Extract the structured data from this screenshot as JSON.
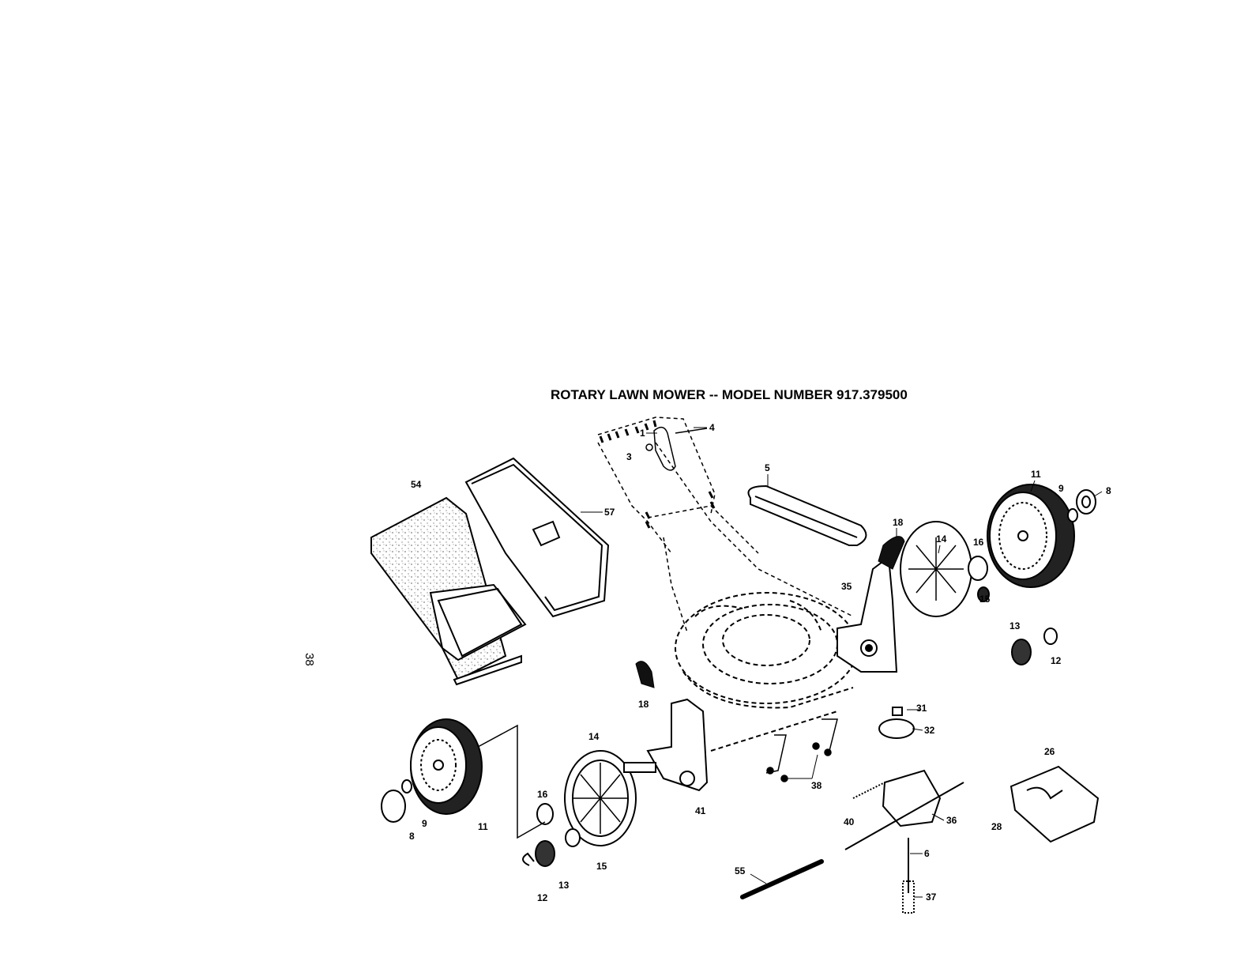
{
  "title": "ROTARY LAWN MOWER -- MODEL NUMBER 917.379500",
  "page_number": "38",
  "callouts": {
    "c1": "1",
    "c3": "3",
    "c4": "4",
    "c5": "5",
    "c54": "54",
    "c57": "57",
    "c11_right": "11",
    "c9_right": "9",
    "c8_right": "8",
    "c18_top": "18",
    "c14_right": "14",
    "c16_right": "16",
    "c35": "35",
    "c15_right": "15",
    "c13_right": "13",
    "c12_right": "12",
    "c18_left": "18",
    "c14_left": "14",
    "c31": "31",
    "c32": "32",
    "c26": "26",
    "c16_left": "16",
    "c38": "38",
    "c41": "41",
    "c40": "40",
    "c36": "36",
    "c28": "28",
    "c9_left": "9",
    "c11_left": "11",
    "c8_left": "8",
    "c6": "6",
    "c15_left": "15",
    "c13_left": "13",
    "c12_left": "12",
    "c55": "55",
    "c37": "37"
  }
}
